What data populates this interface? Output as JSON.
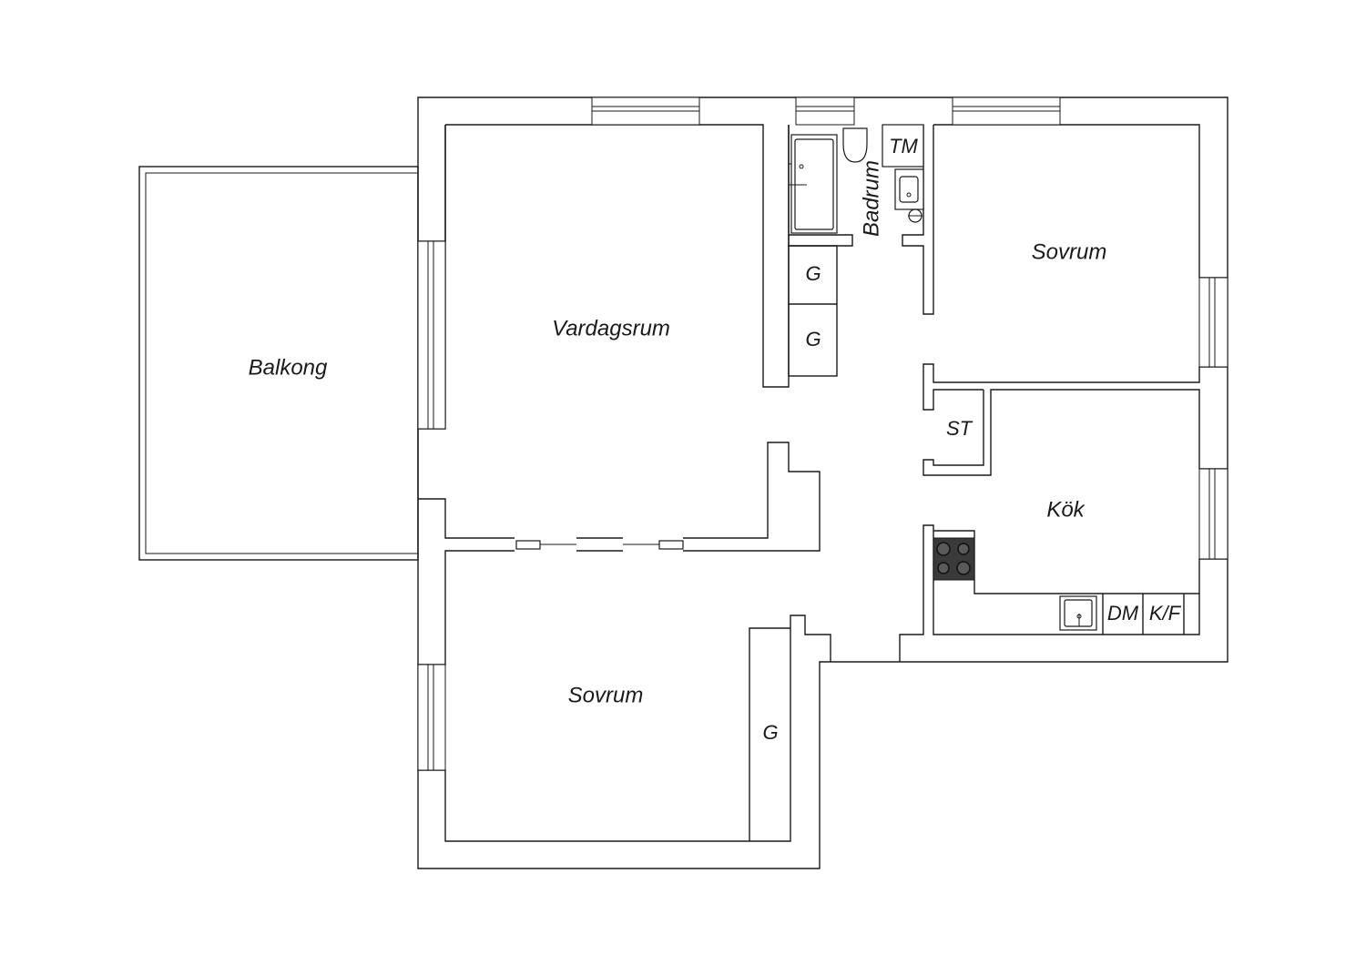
{
  "rooms": {
    "balkong": "Balkong",
    "vardagsrum": "Vardagsrum",
    "badrum": "Badrum",
    "sovrum_top": "Sovrum",
    "kok": "Kök",
    "sovrum_bottom": "Sovrum"
  },
  "fixtures": {
    "tm": "TM",
    "st": "ST",
    "dm": "DM",
    "kf": "K/F",
    "closet_hall_1": "G",
    "closet_hall_2": "G",
    "closet_bedroom": "G"
  }
}
